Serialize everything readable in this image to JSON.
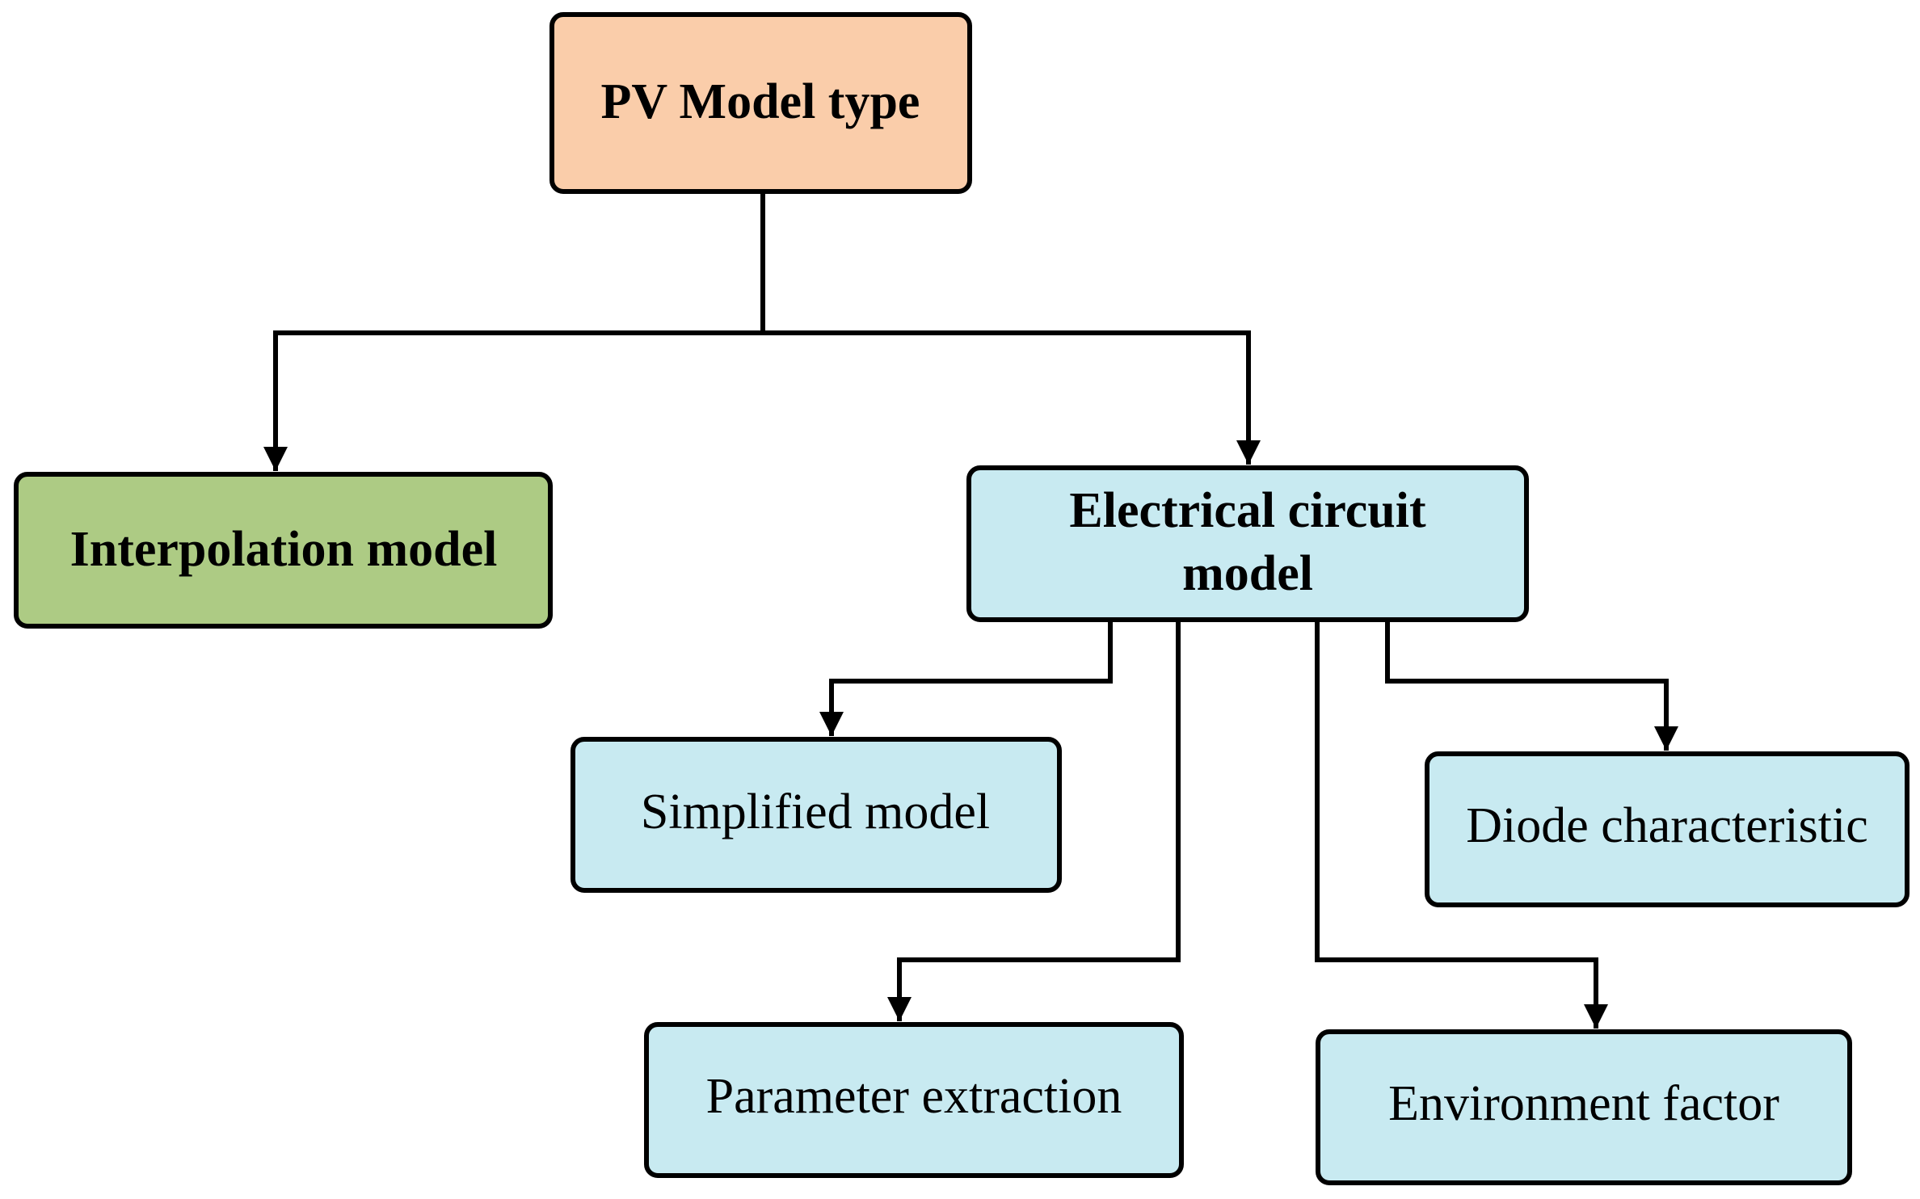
{
  "colors": {
    "root_fill": "#FACDAA",
    "interpolation_fill": "#ADCB84",
    "circuit_fill": "#C8EAF1",
    "stroke": "#000000"
  },
  "nodes": {
    "root": {
      "label": "PV Model type"
    },
    "interpolation": {
      "label": "Interpolation model"
    },
    "circuit": {
      "label_line1": "Electrical circuit",
      "label_line2": "model"
    },
    "simplified": {
      "label": "Simplified model"
    },
    "diode": {
      "label": "Diode characteristic"
    },
    "parameter": {
      "label": "Parameter extraction"
    },
    "environment": {
      "label": "Environment factor"
    }
  }
}
